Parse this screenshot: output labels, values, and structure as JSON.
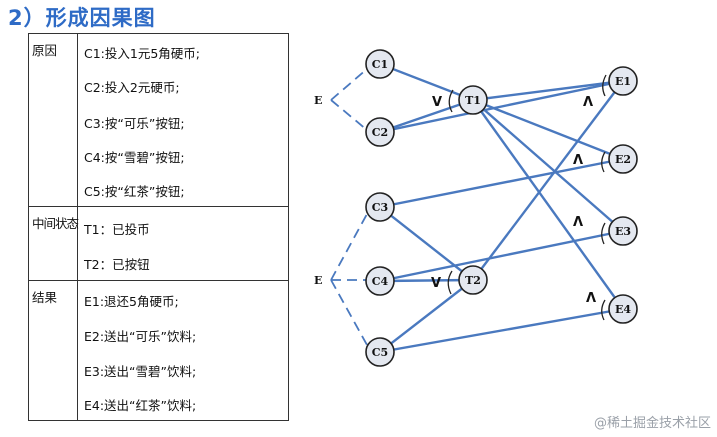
{
  "heading": "2）形成因果图",
  "table": {
    "groups": [
      {
        "label": "原因",
        "items": [
          "C1:投入1元5角硬币;",
          "C2:投入2元硬币;",
          "C3:按“可乐”按钮;",
          "C4:按“雪碧”按钮;",
          "C5:按“红茶”按钮;"
        ]
      },
      {
        "label": "中间状态",
        "items": [
          "T1：已投币",
          "T2：已按钮"
        ]
      },
      {
        "label": "结果",
        "items": [
          "E1:退还5角硬币;",
          "E2:送出“可乐”饮料;",
          "E3:送出“雪碧”饮料;",
          "E4:送出“红茶”饮料;"
        ]
      }
    ]
  },
  "diagram": {
    "nodes": {
      "C1": "C1",
      "C2": "C2",
      "C3": "C3",
      "C4": "C4",
      "C5": "C5",
      "T1": "T1",
      "T2": "T2",
      "E1": "E1",
      "E2": "E2",
      "E3": "E3",
      "E4": "E4"
    },
    "constraint_label_top": "E",
    "constraint_label_bottom": "E",
    "operators": {
      "or": "V",
      "and": "Λ"
    }
  },
  "watermark": "@稀土掘金技术社区"
}
